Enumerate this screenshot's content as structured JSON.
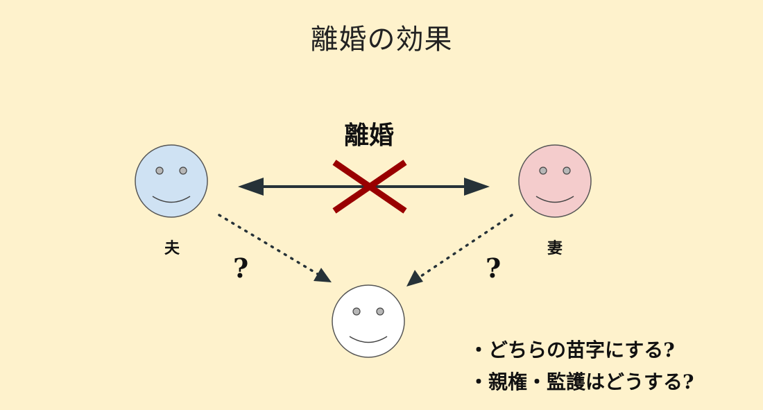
{
  "title": "離婚の効果",
  "center_label": "離婚",
  "husband": {
    "label": "夫",
    "face_color": "#cfe2f3"
  },
  "wife": {
    "label": "妻",
    "face_color": "#f4cccc"
  },
  "child": {
    "face_color": "#ffffff"
  },
  "question_marks": {
    "left": "?",
    "right": "?"
  },
  "questions": [
    "・どちらの苗字にする?",
    "・親権・監護はどうする?"
  ],
  "colors": {
    "background": "#fef2cc",
    "arrow": "#263238",
    "cross": "#990000"
  }
}
